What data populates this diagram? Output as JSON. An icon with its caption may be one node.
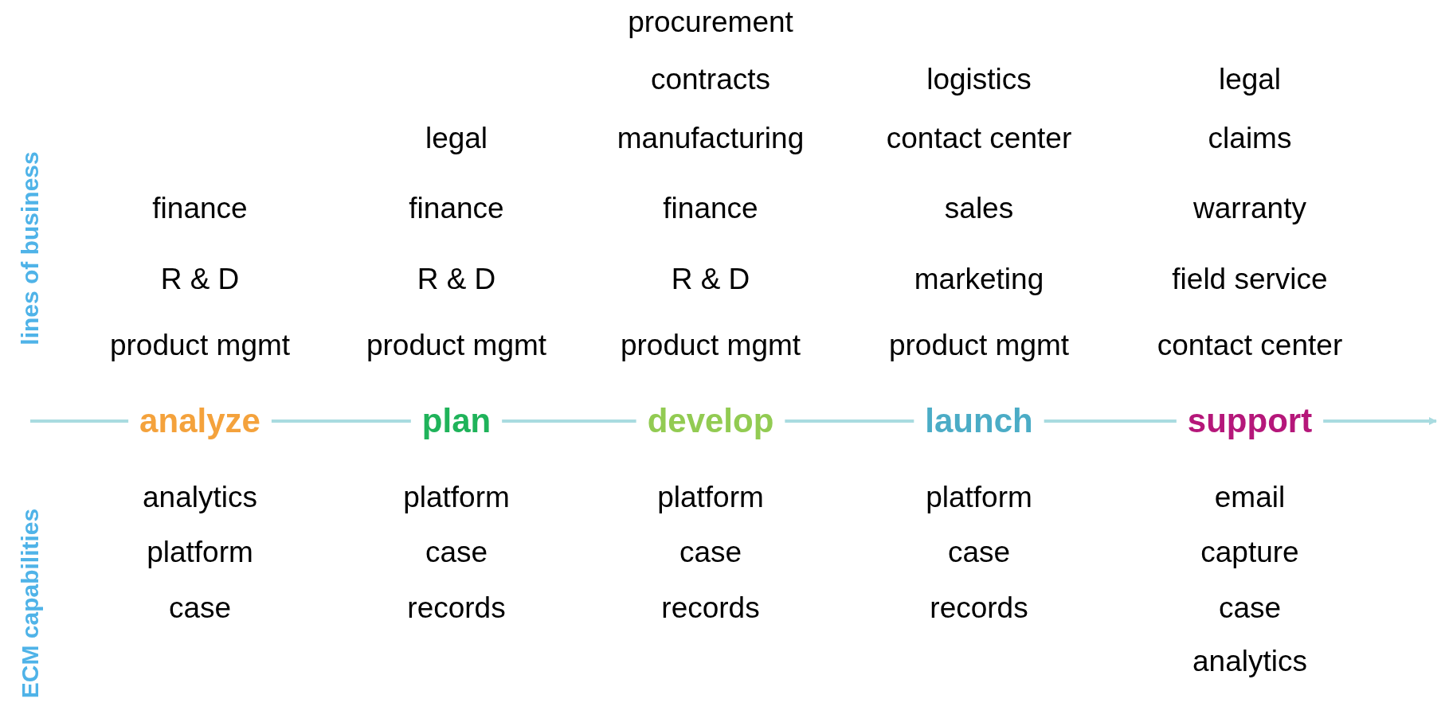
{
  "diagram": {
    "nodes": [
      {
        "text": [
          "analyze"
        ],
        "beside": [
          "finance",
          "R & D",
          "product mgmt",
          "analytics",
          "platform",
          "case"
        ]
      },
      {
        "text": [
          "plan"
        ],
        "beside": [
          "legal",
          "finance",
          "R & D",
          "product mgmt",
          "platform",
          "case",
          "records"
        ]
      },
      {
        "text": [
          "develop"
        ],
        "beside": [
          "procurement",
          "contracts",
          "manufacturing",
          "finance",
          "R & D",
          "product mgmt",
          "platform",
          "case",
          "records"
        ]
      },
      {
        "text": [
          "launch"
        ],
        "beside": [
          "logistics",
          "contact center",
          "sales",
          "marketing",
          "product mgmt",
          "platform",
          "case",
          "records"
        ]
      },
      {
        "text": [
          "support"
        ],
        "beside": [
          "legal",
          "claims",
          "warranty",
          "field service",
          "contact center",
          "email",
          "capture",
          "case",
          "analytics"
        ]
      }
    ],
    "edges": [
      {
        "from": null,
        "to": 0,
        "arrow": "none"
      },
      {
        "from": 0,
        "to": 1,
        "arrow": "none"
      },
      {
        "from": 1,
        "to": 2,
        "arrow": "none"
      },
      {
        "from": 2,
        "to": 3,
        "arrow": "none"
      },
      {
        "from": 3,
        "to": 4,
        "arrow": "none"
      },
      {
        "from": 4,
        "to": null,
        "arrow": "to"
      }
    ],
    "labels": [
      "lines of business",
      "ECM capabilities"
    ]
  }
}
